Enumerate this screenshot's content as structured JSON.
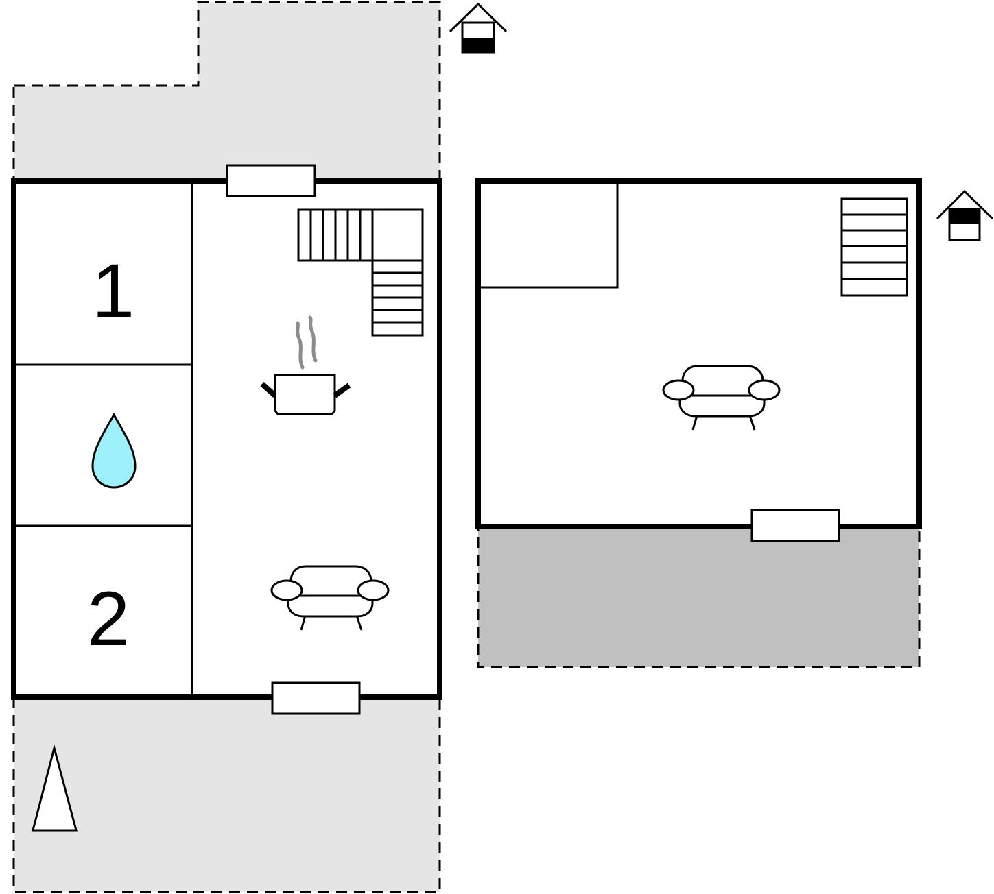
{
  "floorplan": {
    "ground_floor": {
      "rooms": [
        {
          "label": "1",
          "type": "bedroom"
        },
        {
          "label": "",
          "type": "bathroom",
          "icon": "water-drop-icon"
        },
        {
          "label": "2",
          "type": "bedroom"
        },
        {
          "label": "",
          "type": "kitchen-living",
          "icons": [
            "cooking-pot-icon",
            "sofa-icon",
            "staircase-icon"
          ]
        }
      ],
      "level_icon": "house-ground-floor-icon",
      "outdoor": [
        "terrace-top",
        "garden-bottom"
      ],
      "garden_icon": "tree-icon"
    },
    "upper_floor": {
      "rooms": [
        {
          "label": "",
          "type": "small-room"
        },
        {
          "label": "",
          "type": "living",
          "icons": [
            "sofa-icon",
            "staircase-icon"
          ]
        }
      ],
      "level_icon": "house-upper-floor-icon",
      "outdoor": [
        "balcony"
      ]
    },
    "colors": {
      "wall": "#000000",
      "terrace_light": "#e5e5e5",
      "terrace_dark": "#c0c0c0",
      "water": "#9ef0fb",
      "steam": "#8c8c8c"
    }
  }
}
